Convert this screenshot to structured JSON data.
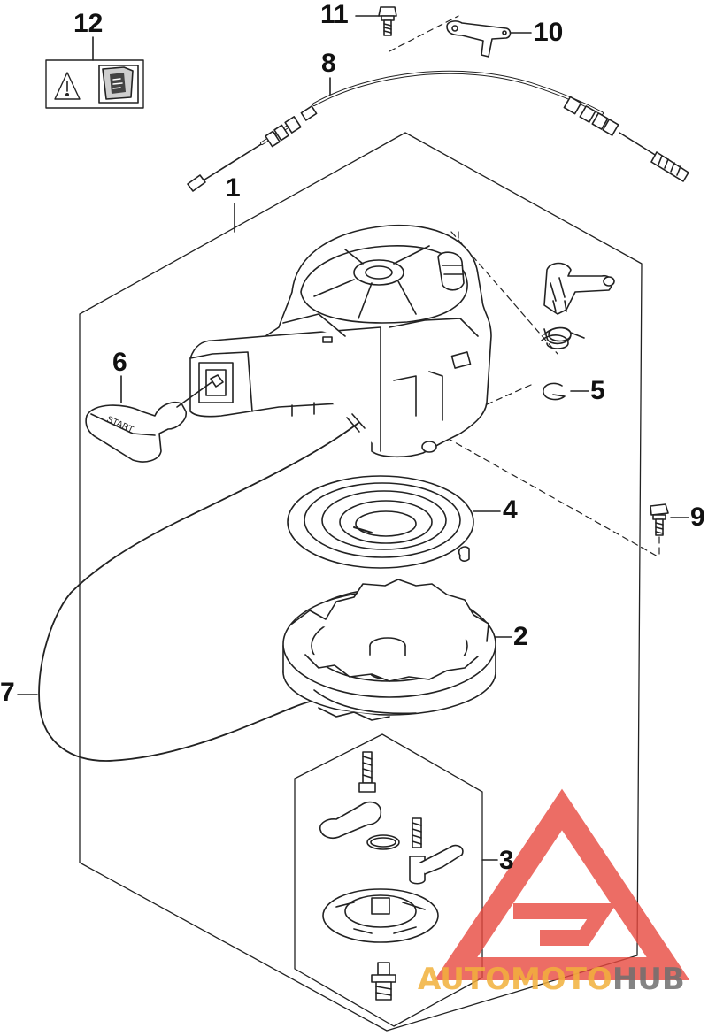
{
  "callouts": {
    "c1": "1",
    "c2": "2",
    "c3": "3",
    "c4": "4",
    "c5": "5",
    "c6": "6",
    "c7": "7",
    "c8": "8",
    "c9": "9",
    "c10": "10",
    "c11": "11",
    "c12": "12"
  },
  "handle_text": "START",
  "watermark": {
    "part1": "AUTO",
    "part2": "MOTO",
    "part3": "HUB"
  },
  "colors": {
    "line": "#222222",
    "watermark_red": "#e8493f",
    "watermark_orange": "#f2b13c",
    "watermark_gray": "#6f6f6f"
  }
}
